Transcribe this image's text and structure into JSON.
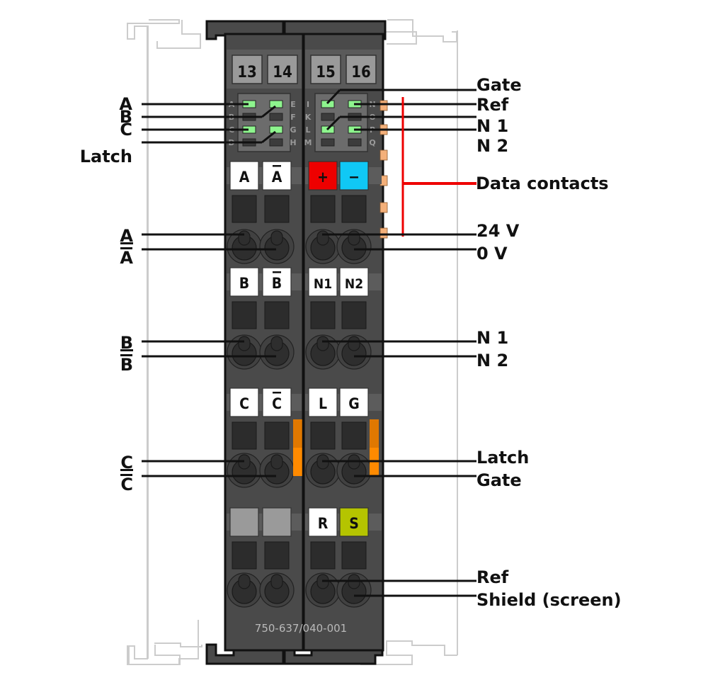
{
  "diagram": {
    "title": "Terminal connection diagram",
    "part_number": "750-637/040-001",
    "colors": {
      "housing": "#4a4a4a",
      "housing_outline": "#111111",
      "led_on": "#8ef58e",
      "led_off": "#3c3c3c",
      "plus_marker": "#ee0000",
      "minus_marker": "#10c8f5",
      "shield_marker": "#b5c400",
      "blank_marker": "#9a9a9a",
      "data_contact": "#f4b07a",
      "orange_slide": "#ff8a00",
      "data_bracket": "#ee0000",
      "rail_outline": "#cccccc"
    },
    "channel_tabs": [
      "13",
      "14",
      "15",
      "16"
    ],
    "led_letters_left_outer": [
      "A",
      "B",
      "C",
      "D"
    ],
    "led_letters_left_inner": [
      "E",
      "F",
      "G",
      "H"
    ],
    "led_letters_right_inner": [
      "I",
      "K",
      "L",
      "M"
    ],
    "led_letters_right_outer": [
      "N",
      "O",
      "P",
      "Q"
    ],
    "led_states": {
      "A": true,
      "B": false,
      "C": true,
      "D": false,
      "E": true,
      "F": false,
      "G": true,
      "H": false,
      "I": true,
      "K": false,
      "L": true,
      "M": false,
      "N": true,
      "O": false,
      "P": true,
      "Q": false
    },
    "markers": [
      [
        "A",
        "A̅",
        "+",
        "−"
      ],
      [
        "B",
        "B̅",
        "N1",
        "N2"
      ],
      [
        "C",
        "C̅",
        "L",
        "G"
      ],
      [
        "",
        "",
        "R",
        "S"
      ]
    ],
    "led_labels_left": [
      "A",
      "B",
      "C",
      "Latch"
    ],
    "led_labels_right": [
      "Gate",
      "Ref",
      "N 1",
      "N 2"
    ],
    "data_contacts_label": "Data contacts",
    "terminal_labels_left": [
      [
        "A",
        "A̅"
      ],
      [
        "B",
        "B̅"
      ],
      [
        "C",
        "C̅"
      ]
    ],
    "terminal_labels_right": [
      [
        "24 V",
        "0 V"
      ],
      [
        "N 1",
        "N 2"
      ],
      [
        "Latch",
        "Gate"
      ],
      [
        "Ref",
        "Shield (screen)"
      ]
    ]
  }
}
